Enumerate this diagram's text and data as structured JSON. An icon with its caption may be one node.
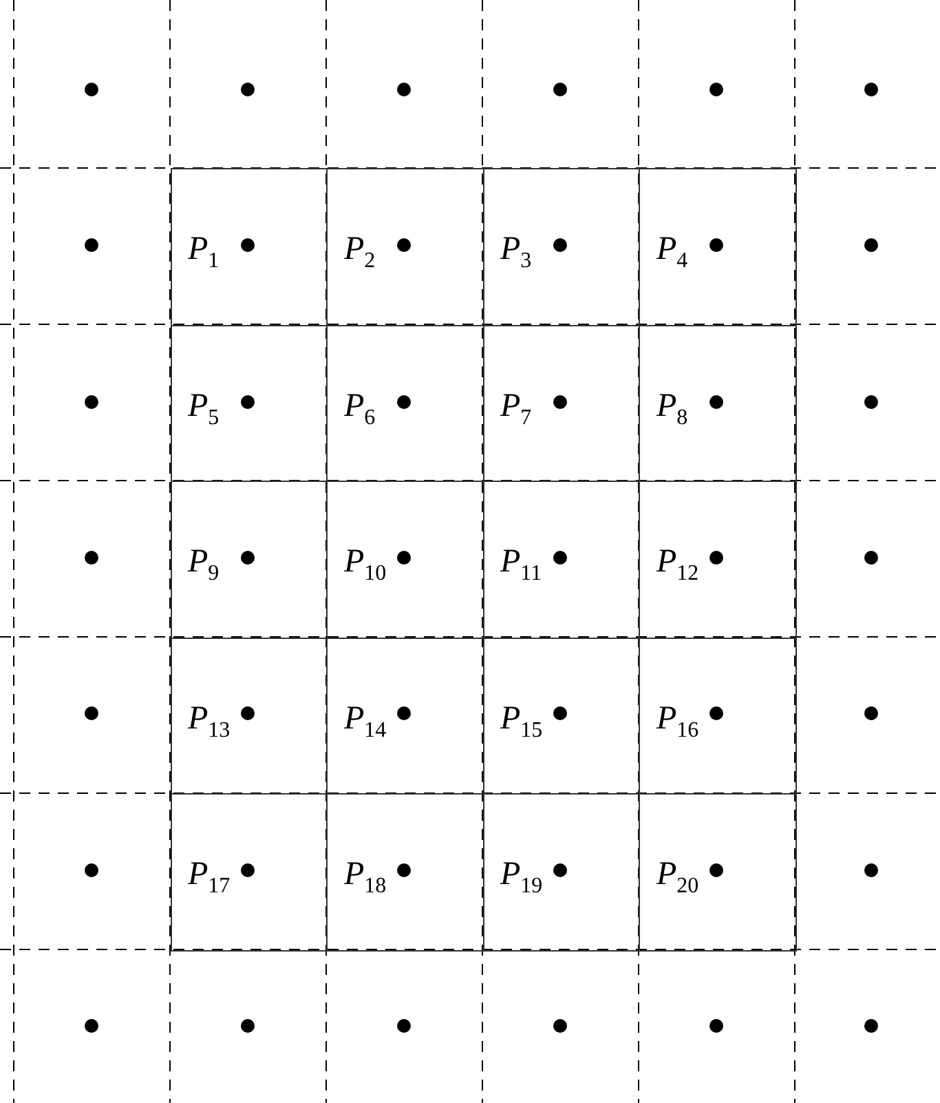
{
  "diagram": {
    "nodes": [
      {
        "text": [
          "P$_{1}$"
        ]
      },
      {
        "text": [
          "P$_{2}$"
        ]
      },
      {
        "text": [
          "P$_{3}$"
        ]
      },
      {
        "text": [
          "P$_{4}$"
        ]
      },
      {
        "text": [
          "P$_{5}$"
        ]
      },
      {
        "text": [
          "P$_{6}$"
        ]
      },
      {
        "text": [
          "P$_{7}$"
        ]
      },
      {
        "text": [
          "P$_{8}$"
        ]
      },
      {
        "text": [
          "P$_{9}$"
        ]
      },
      {
        "text": [
          "P$_{10}$"
        ]
      },
      {
        "text": [
          "P$_{11}$"
        ]
      },
      {
        "text": [
          "P$_{12}$"
        ]
      },
      {
        "text": [
          "P$_{13}$"
        ]
      },
      {
        "text": [
          "P$_{14}$"
        ]
      },
      {
        "text": [
          "P$_{15}$"
        ]
      },
      {
        "text": [
          "P$_{16}$"
        ]
      },
      {
        "text": [
          "P$_{17}$"
        ]
      },
      {
        "text": [
          "P$_{18}$"
        ]
      },
      {
        "text": [
          "P$_{19}$"
        ]
      },
      {
        "text": [
          "P$_{20}$"
        ]
      }
    ]
  }
}
